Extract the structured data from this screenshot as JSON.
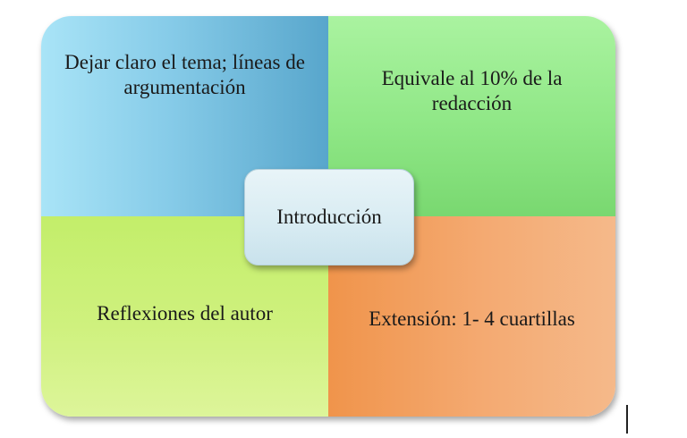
{
  "diagram": {
    "top_left": "Dejar claro el tema; líneas de argumentación",
    "top_right": "Equivale al 10% de la redacción",
    "bottom_left": "Reflexiones del autor",
    "bottom_right": "Extensión: 1- 4 cuartillas",
    "center": "Introducción"
  },
  "colors": {
    "top_left": "#86cbe8",
    "top_right": "#8fe786",
    "bottom_left": "#cff17e",
    "bottom_right": "#f4aa72",
    "center": "#d7ebf2"
  }
}
